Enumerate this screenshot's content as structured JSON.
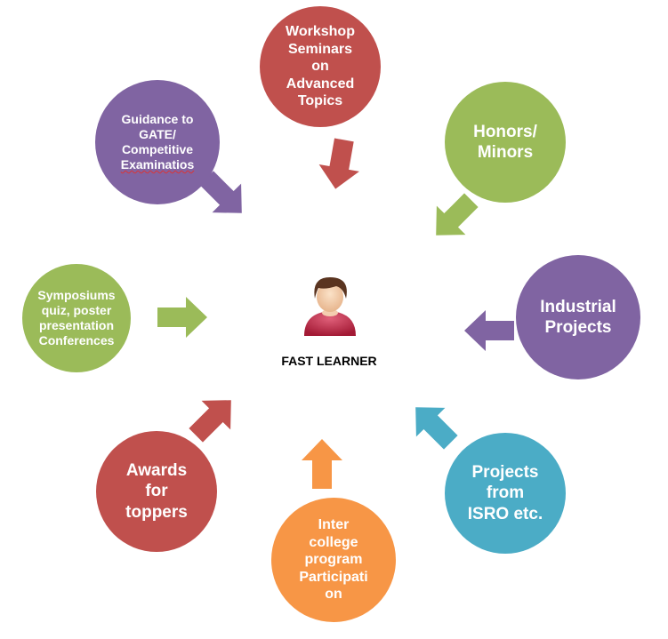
{
  "center": {
    "label": "FAST LEARNER",
    "icon": "person-icon"
  },
  "nodes": [
    {
      "id": "workshop",
      "text": "Workshop\nSeminars\non\nAdvanced\nTopics",
      "color": "#C0504D"
    },
    {
      "id": "honors",
      "text": "Honors/\nMinors",
      "color": "#9BBB59"
    },
    {
      "id": "industrial",
      "text": "Industrial\nProjects",
      "color": "#8064A2"
    },
    {
      "id": "isro",
      "text": "Projects\nfrom\nISRO etc.",
      "color": "#4BACC6"
    },
    {
      "id": "intercollege",
      "text": "Inter\ncollege\nprogram\nParticipati\non",
      "color": "#F79646"
    },
    {
      "id": "awards",
      "text": "Awards\nfor\ntoppers",
      "color": "#C0504D"
    },
    {
      "id": "symposiums",
      "text": "Symposiums\nquiz, poster\npresentation\nConferences",
      "color": "#9BBB59"
    },
    {
      "id": "guidance",
      "text": "Guidance to\nGATE/\nCompetitive",
      "text_last": "Examinatios",
      "color": "#8064A2"
    }
  ]
}
